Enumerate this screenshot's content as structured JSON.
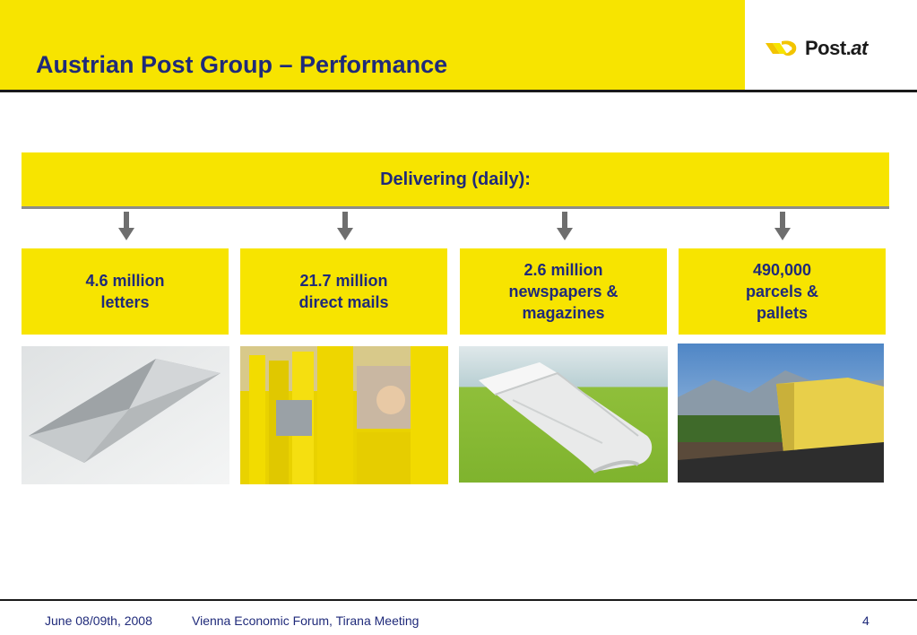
{
  "header": {
    "title": "Austrian Post Group – Performance",
    "logo_text_main": "Post.",
    "logo_text_suffix": "at"
  },
  "banner": {
    "label": "Delivering (daily):"
  },
  "cards": [
    {
      "label": "4.6 million\nletters",
      "image": "envelope-photo"
    },
    {
      "label": "21.7 million\ndirect mails",
      "image": "direct-mail-photo"
    },
    {
      "label": "2.6 million\nnewspapers &\nmagazines",
      "image": "newspaper-photo"
    },
    {
      "label": "490,000\nparcels &\npallets",
      "image": "parcel-photo"
    }
  ],
  "footer": {
    "date": "June 08/09th, 2008",
    "event": "Vienna Economic Forum, Tirana Meeting",
    "page": "4"
  },
  "colors": {
    "brand_yellow": "#f7e400",
    "text_navy": "#1f2a7a",
    "arrow_gray": "#6e6e6e"
  }
}
